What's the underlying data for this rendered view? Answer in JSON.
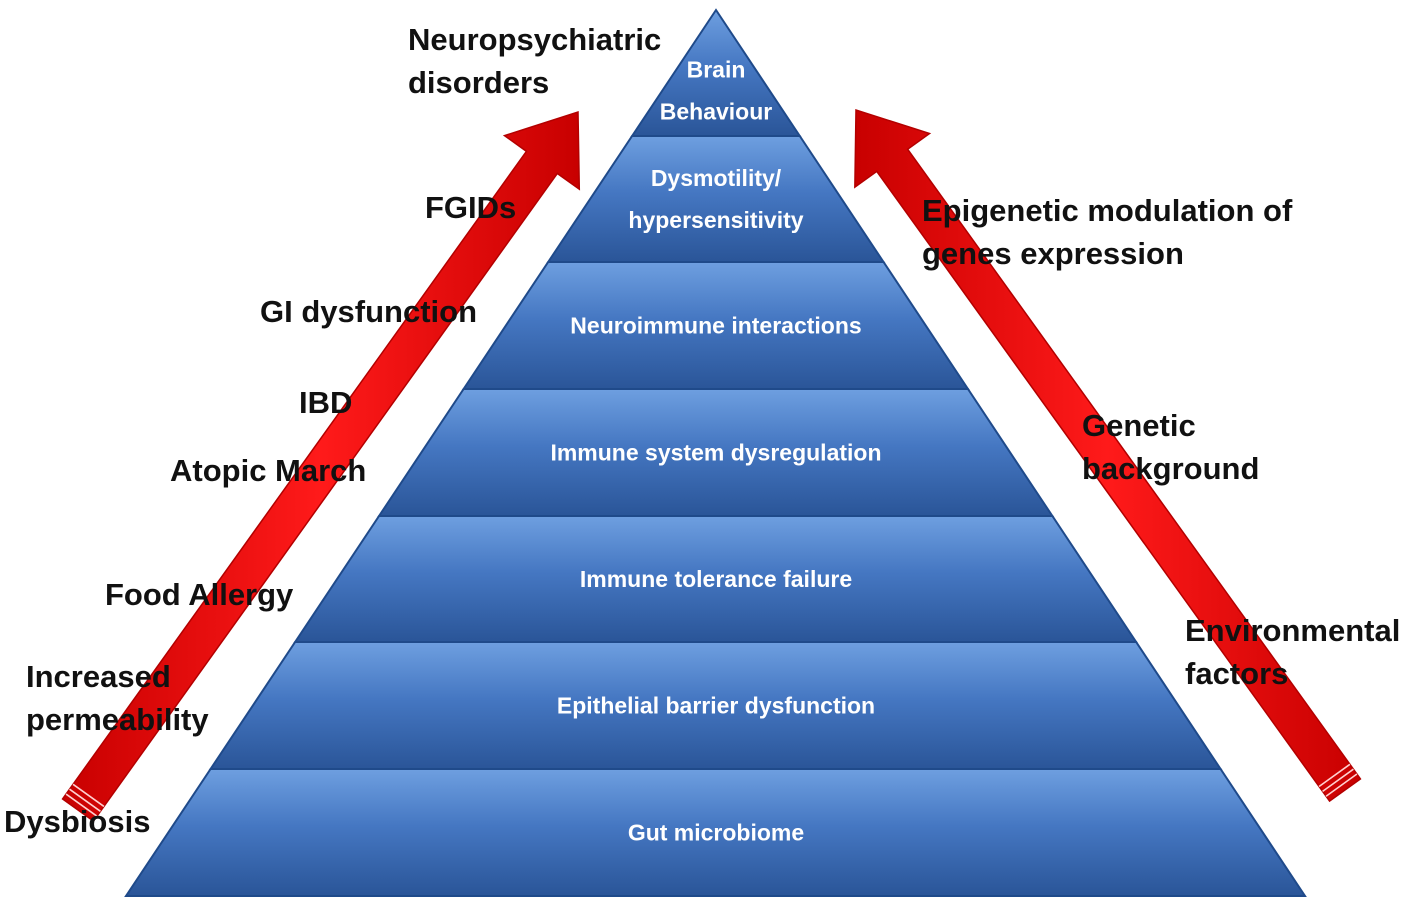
{
  "pyramid": {
    "levels": [
      {
        "lines": [
          "Brain",
          "Behaviour"
        ]
      },
      {
        "lines": [
          "Dysmotility/",
          "hypersensitivity"
        ]
      },
      {
        "lines": [
          "Neuroimmune interactions"
        ]
      },
      {
        "lines": [
          "Immune system dysregulation"
        ]
      },
      {
        "lines": [
          "Immune tolerance failure"
        ]
      },
      {
        "lines": [
          "Epithelial   barrier dysfunction"
        ]
      },
      {
        "lines": [
          "Gut microbiome"
        ]
      }
    ]
  },
  "left_labels": [
    {
      "lines": [
        "Neuropsychiatric",
        "disorders"
      ]
    },
    {
      "lines": [
        "FGIDs"
      ]
    },
    {
      "lines": [
        "GI dysfunction"
      ]
    },
    {
      "lines": [
        "IBD"
      ]
    },
    {
      "lines": [
        "Atopic March"
      ]
    },
    {
      "lines": [
        "Food Allergy"
      ]
    },
    {
      "lines": [
        "Increased",
        "permeability"
      ]
    },
    {
      "lines": [
        "Dysbiosis"
      ]
    }
  ],
  "right_labels": [
    {
      "lines": [
        "Epigenetic modulation of",
        "genes expression"
      ]
    },
    {
      "lines": [
        "Genetic",
        "background"
      ]
    },
    {
      "lines": [
        "Environmental",
        "factors"
      ]
    }
  ],
  "colors": {
    "pyramid_light": "#5b8fd3",
    "pyramid_dark": "#2c5aa0",
    "arrow": "#ff0000",
    "level_text": "#ffffff",
    "label_text": "#111111"
  }
}
